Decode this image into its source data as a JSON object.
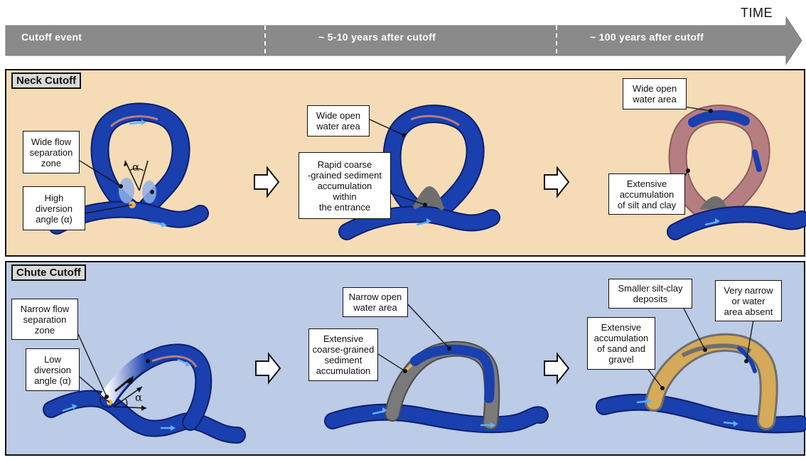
{
  "time_label": "TIME",
  "phases": [
    "Cutoff event",
    "~ 5-10 years after cutoff",
    "~ 100 years after cutoff"
  ],
  "neck": {
    "title": "Neck Cutoff",
    "labels": {
      "wide_flow_separation": "Wide flow\nseparation\nzone",
      "high_diversion": "High\ndiversion\nangle (α)",
      "wide_open_water_1": "Wide open\nwater area",
      "rapid_coarse": "Rapid coarse\n-grained sediment\naccumulation\nwithin\nthe entrance",
      "wide_open_water_2": "Wide open\nwater area",
      "extensive_silt_clay": "Extensive\naccumulation\nof silt and clay"
    }
  },
  "chute": {
    "title": "Chute Cutoff",
    "labels": {
      "narrow_flow_separation": "Narrow flow\nseparation\nzone",
      "low_diversion": "Low\ndiversion\nangle (α)",
      "narrow_open_water": "Narrow open\nwater area",
      "extensive_coarse": "Extensive\ncoarse-grained\nsediment\naccumulation",
      "smaller_silt_clay": "Smaller silt-clay\ndeposits",
      "very_narrow": "Very narrow\nor water\narea absent",
      "extensive_sand_gravel": "Extensive\naccumulation\nof sand and\ngravel"
    }
  },
  "alpha_symbol": "α",
  "colors": {
    "channel": "#1a3fae",
    "channel_edge": "#0a1f6b",
    "flow_arrow": "#5fb0ff",
    "neck_bg": "#f6dcb6",
    "chute_bg": "#bccbe6",
    "silt_clay": "#b57f82",
    "coarse": "#6e6e6e",
    "sand": "#e8b555",
    "timeline": "#8a8a8a"
  }
}
